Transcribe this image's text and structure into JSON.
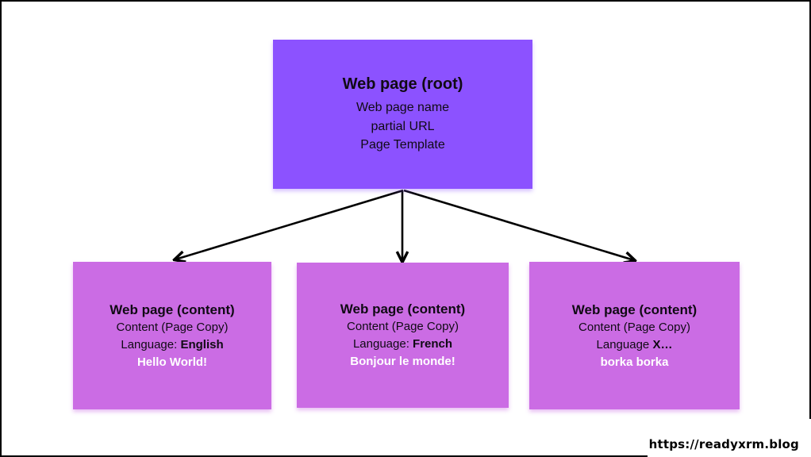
{
  "diagram": {
    "root": {
      "title": "Web page (root)",
      "lines": [
        "Web page name",
        "partial URL",
        "Page Template"
      ]
    },
    "children": [
      {
        "title": "Web page (content)",
        "subtitle": "Content (Page Copy)",
        "language_label": "Language:",
        "language_value": "English",
        "message": "Hello World!"
      },
      {
        "title": "Web page (content)",
        "subtitle": "Content (Page Copy)",
        "language_label": "Language:",
        "language_value": "French",
        "message": "Bonjour le monde!"
      },
      {
        "title": "Web page (content)",
        "subtitle": "Content (Page Copy)",
        "language_label": "Language",
        "language_value": "X…",
        "message": "borka borka"
      }
    ]
  },
  "footer": {
    "url": "https://readyxrm.blog"
  },
  "colors": {
    "root_box": "#8c52ff",
    "content_box": "#cb6ce4",
    "arrow": "#000000",
    "message_text": "#ffffff",
    "frame_border": "#000000"
  }
}
